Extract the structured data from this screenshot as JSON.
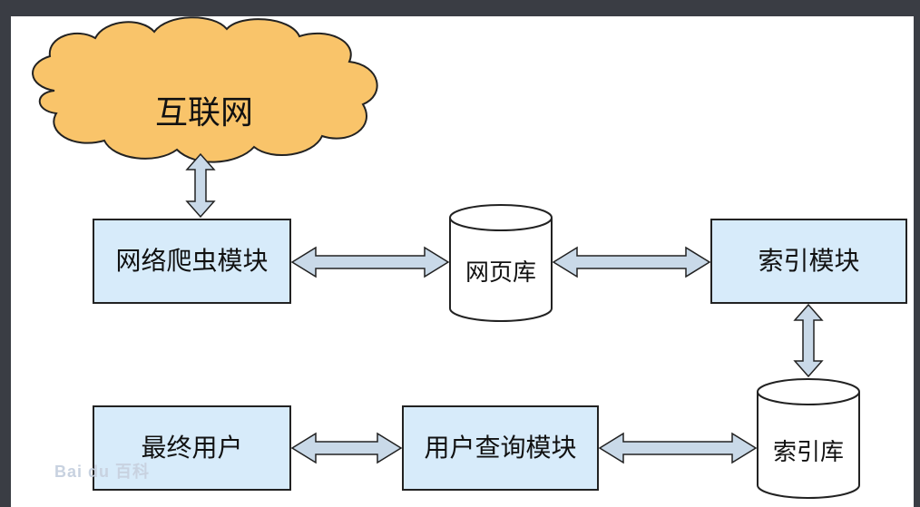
{
  "nodes": {
    "internet": "互联网",
    "crawler": "网络爬虫模块",
    "page_db": "网页库",
    "indexer": "索引模块",
    "index_db": "索引库",
    "query": "用户查询模块",
    "end_user": "最终用户"
  },
  "watermark": "Bai du 百科",
  "colors": {
    "cloud_fill": "#f9c46a",
    "box_fill": "#d7ebfa",
    "arrow_fill": "#c9d9e8",
    "stroke": "#222222"
  }
}
